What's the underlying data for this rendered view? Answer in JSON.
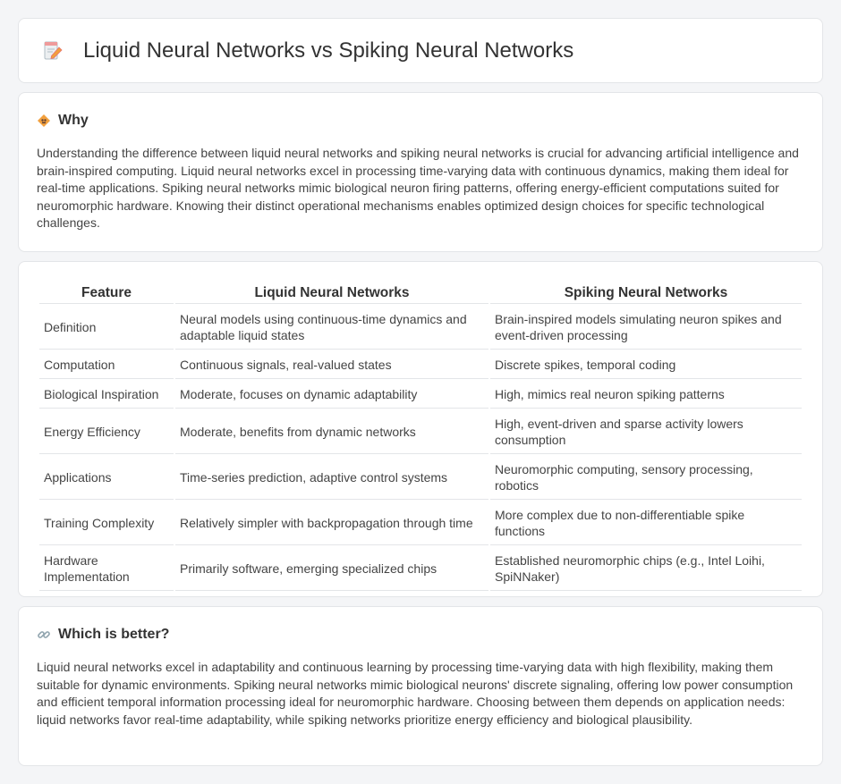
{
  "header": {
    "title": "Liquid Neural Networks vs Spiking Neural Networks",
    "icon": "document-pencil-icon"
  },
  "why": {
    "title": "Why",
    "icon": "diamond-sign-icon",
    "text": "Understanding the difference between liquid neural networks and spiking neural networks is crucial for advancing artificial intelligence and brain-inspired computing. Liquid neural networks excel in processing time-varying data with continuous dynamics, making them ideal for real-time applications. Spiking neural networks mimic biological neuron firing patterns, offering energy-efficient computations suited for neuromorphic hardware. Knowing their distinct operational mechanisms enables optimized design choices for specific technological challenges."
  },
  "table": {
    "headers": [
      "Feature",
      "Liquid Neural Networks",
      "Spiking Neural Networks"
    ],
    "rows": [
      [
        "Definition",
        "Neural models using continuous-time dynamics and adaptable liquid states",
        "Brain-inspired models simulating neuron spikes and event-driven processing"
      ],
      [
        "Computation",
        "Continuous signals, real-valued states",
        "Discrete spikes, temporal coding"
      ],
      [
        "Biological Inspiration",
        "Moderate, focuses on dynamic adaptability",
        "High, mimics real neuron spiking patterns"
      ],
      [
        "Energy Efficiency",
        "Moderate, benefits from dynamic networks",
        "High, event-driven and sparse activity lowers consumption"
      ],
      [
        "Applications",
        "Time-series prediction, adaptive control systems",
        "Neuromorphic computing, sensory processing, robotics"
      ],
      [
        "Training Complexity",
        "Relatively simpler with backpropagation through time",
        "More complex due to non-differentiable spike functions"
      ],
      [
        "Hardware Implementation",
        "Primarily software, emerging specialized chips",
        "Established neuromorphic chips (e.g., Intel Loihi, SpiNNaker)"
      ]
    ]
  },
  "better": {
    "title": "Which is better?",
    "icon": "link-icon",
    "text": "Liquid neural networks excel in adaptability and continuous learning by processing time-varying data with high flexibility, making them suitable for dynamic environments. Spiking neural networks mimic biological neurons' discrete signaling, offering low power consumption and efficient temporal information processing ideal for neuromorphic hardware. Choosing between them depends on application needs: liquid networks favor real-time adaptability, while spiking networks prioritize energy efficiency and biological plausibility."
  },
  "colors": {
    "background": "#f4f5f7",
    "card": "#ffffff",
    "border": "#e3e5e8",
    "accent_orange": "#f2a03d",
    "icon_pink": "#e57373"
  }
}
